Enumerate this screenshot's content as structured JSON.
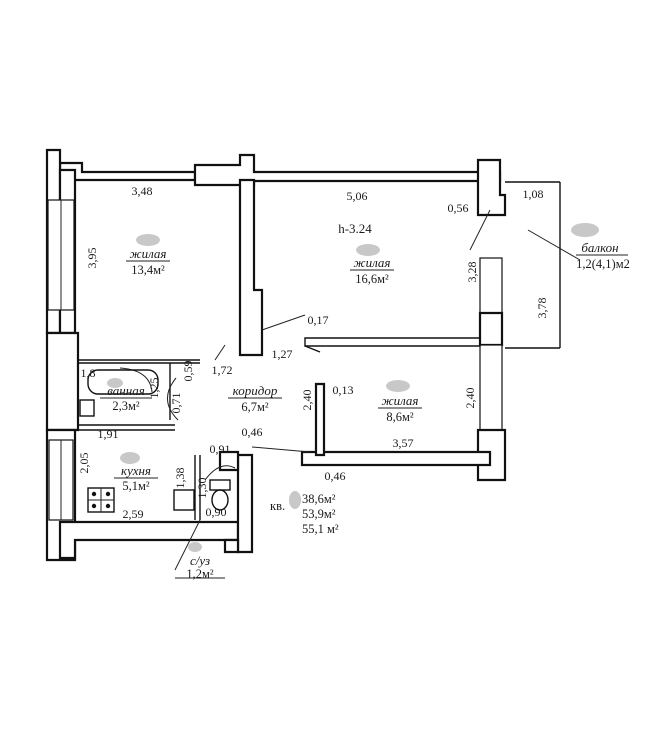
{
  "rooms": {
    "living1": {
      "label": "жилая",
      "area": "13,4м²"
    },
    "living2": {
      "label": "жилая",
      "area": "16,6м²"
    },
    "living3": {
      "label": "жилая",
      "area": "8,6м²"
    },
    "corridor": {
      "label": "коридор",
      "area": "6,7м²"
    },
    "bath": {
      "label": "ванная",
      "area": "2,3м²"
    },
    "kitchen": {
      "label": "кухня",
      "area": "5,1м²"
    },
    "wc": {
      "label": "с/уз",
      "area": "1,2м²"
    },
    "balcony": {
      "label": "балкон",
      "area": "1,2(4,1)м2"
    }
  },
  "ceiling_height": "h-3.24",
  "dimensions": {
    "d_3_48": "3,48",
    "d_5_06": "5,06",
    "d_1_08": "1,08",
    "d_0_56": "0,56",
    "d_3_95": "3,95",
    "d_3_28": "3,28",
    "d_3_78": "3,78",
    "d_0_17": "0,17",
    "d_1_27": "1,27",
    "d_1_72": "1,72",
    "d_0_59": "0,59",
    "d_1_8": "1,8",
    "d_1_25": "1,25",
    "d_0_71": "0,71",
    "d_1_91": "1,91",
    "d_0_46_a": "0,46",
    "d_0_91": "0,91",
    "d_2_40_a": "2,40",
    "d_0_13": "0,13",
    "d_2_40_b": "2,40",
    "d_3_57": "3,57",
    "d_0_46_b": "0,46",
    "d_2_05": "2,05",
    "d_1_38": "1,38",
    "d_1_30": "1,30",
    "d_2_59": "2,59",
    "d_0_90": "0,90"
  },
  "totals": {
    "prefix": "кв.",
    "living": "38,6м²",
    "total": "53,9м²",
    "with_balcony": "55,1 м²"
  }
}
